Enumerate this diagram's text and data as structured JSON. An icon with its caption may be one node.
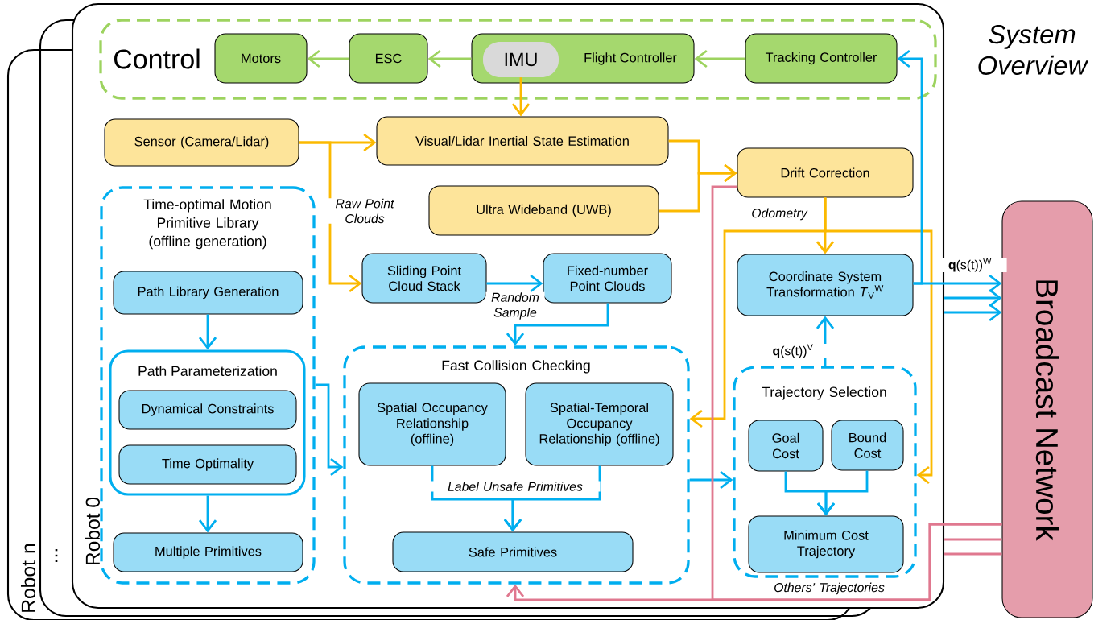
{
  "diagram": {
    "nodes": [
      {
        "text": [
          "Robot 0"
        ]
      },
      {
        "text": [
          "Control"
        ],
        "in": 0
      },
      {
        "text": [
          "Motors"
        ],
        "in": 1
      },
      {
        "text": [
          "ESC"
        ],
        "in": 1
      },
      {
        "text": [
          "Flight Controller"
        ],
        "in": 1
      },
      {
        "text": [
          "IMU"
        ],
        "in": 4
      },
      {
        "text": [
          "Tracking Controller"
        ],
        "in": 1
      },
      {
        "text": [
          "Sensor (Camera/Lidar)"
        ],
        "in": 0
      },
      {
        "text": [
          "Visual/Lidar Inertial State Estimation"
        ],
        "in": 0
      },
      {
        "text": [
          "Ultra Wideband (UWB)"
        ],
        "in": 0
      },
      {
        "text": [
          "Drift Correction"
        ],
        "in": 0
      },
      {
        "text": [
          "Time-optimal Motion Primitive Library (offline generation)"
        ],
        "in": 0
      },
      {
        "text": [
          "Path Library Generation"
        ],
        "in": 11
      },
      {
        "text": [
          "Path Parameterization"
        ],
        "in": 11
      },
      {
        "text": [
          "Dynamical Constraints"
        ],
        "in": 13
      },
      {
        "text": [
          "Time Optimality"
        ],
        "in": 13
      },
      {
        "text": [
          "Multiple Primitives"
        ],
        "in": 11
      },
      {
        "text": [
          "Sliding Point Cloud Stack"
        ],
        "in": 0
      },
      {
        "text": [
          "Fixed-number Point Clouds"
        ],
        "in": 0
      },
      {
        "text": [
          "Coordinate System Transformation *T*$_{V}$$^{W}$"
        ],
        "in": 0
      },
      {
        "text": [
          "Fast Collision Checking"
        ],
        "in": 0
      },
      {
        "text": [
          "Spatial Occupancy Relationship (offline)"
        ],
        "in": 20
      },
      {
        "text": [
          "Spatial-Temporal Occupancy Relationship (offline)"
        ],
        "in": 20
      },
      {
        "text": [
          "Safe Primitives"
        ],
        "in": 20
      },
      {
        "text": [
          "Trajectory Selection"
        ],
        "in": 0
      },
      {
        "text": [
          "Goal Cost"
        ],
        "in": 24
      },
      {
        "text": [
          "Bound Cost"
        ],
        "in": 24
      },
      {
        "text": [
          "Minimum Cost Trajectory"
        ],
        "in": 24
      },
      {
        "text": [
          "Broadcast Network"
        ]
      }
    ],
    "edges": [
      {
        "from": 3,
        "to": 2,
        "arrow": "to",
        "color": "#9dd35f"
      },
      {
        "from": 4,
        "to": 3,
        "arrow": "to",
        "color": "#9dd35f"
      },
      {
        "from": 6,
        "to": 4,
        "arrow": "to",
        "color": "#9dd35f"
      },
      {
        "from": 5,
        "to": 8,
        "arrow": "to",
        "color": "#fbb900"
      },
      {
        "from": 7,
        "to": 8,
        "arrow": "to",
        "color": "#fbb900"
      },
      {
        "from": 7,
        "to": 17,
        "arrow": "to",
        "color": "#fbb900",
        "label": "Raw Point Clouds"
      },
      {
        "from": 8,
        "to": 10,
        "arrow": "to",
        "color": "#fbb900"
      },
      {
        "from": 9,
        "to": 10,
        "arrow": "to",
        "color": "#fbb900"
      },
      {
        "from": 10,
        "to": 19,
        "arrow": "to",
        "color": "#fbb900",
        "label": "Odometry"
      },
      {
        "from": 10,
        "to": 20,
        "arrow": "to",
        "color": "#fbb900"
      },
      {
        "from": 10,
        "to": 24,
        "arrow": "to",
        "color": "#fbb900"
      },
      {
        "from": 19,
        "to": 6,
        "arrow": "to"
      },
      {
        "from": 19,
        "to": 28,
        "arrow": "to",
        "label": "**q**(s(t))$^{W}$"
      },
      {
        "from": 0,
        "to": 28,
        "arrow": "to"
      },
      {
        "from": 0,
        "to": 28,
        "arrow": "to"
      },
      {
        "from": 17,
        "to": 18,
        "arrow": "to",
        "label": "Random Sample"
      },
      {
        "from": 18,
        "to": 20,
        "arrow": "to"
      },
      {
        "from": 12,
        "to": 13,
        "arrow": "to"
      },
      {
        "from": 13,
        "to": 16,
        "arrow": "to"
      },
      {
        "from": 11,
        "to": 20,
        "arrow": "to"
      },
      {
        "from": 21,
        "to": 23,
        "arrow": "to",
        "label": "Label Unsafe Primitives"
      },
      {
        "from": 22,
        "to": 23,
        "arrow": "to"
      },
      {
        "from": 20,
        "to": 24,
        "arrow": "to"
      },
      {
        "from": 25,
        "to": 27,
        "arrow": "to"
      },
      {
        "from": 26,
        "to": 27,
        "arrow": "to"
      },
      {
        "from": 24,
        "to": 19,
        "arrow": "to",
        "label": "**q**(s(t))$^{V}$"
      },
      {
        "from": 28,
        "to": 20,
        "arrow": "to",
        "color": "#e0788f",
        "label": "Others’ Trajectories"
      },
      {
        "from": 28,
        "to": 0,
        "arrow": "none",
        "color": "#e0788f"
      },
      {
        "from": 28,
        "to": 0,
        "arrow": "none",
        "color": "#e0788f"
      },
      {
        "from": 28,
        "to": 10,
        "arrow": "none",
        "color": "#e0788f"
      }
    ],
    "labels": [
      "System Overview",
      "Robot n",
      "..."
    ]
  }
}
